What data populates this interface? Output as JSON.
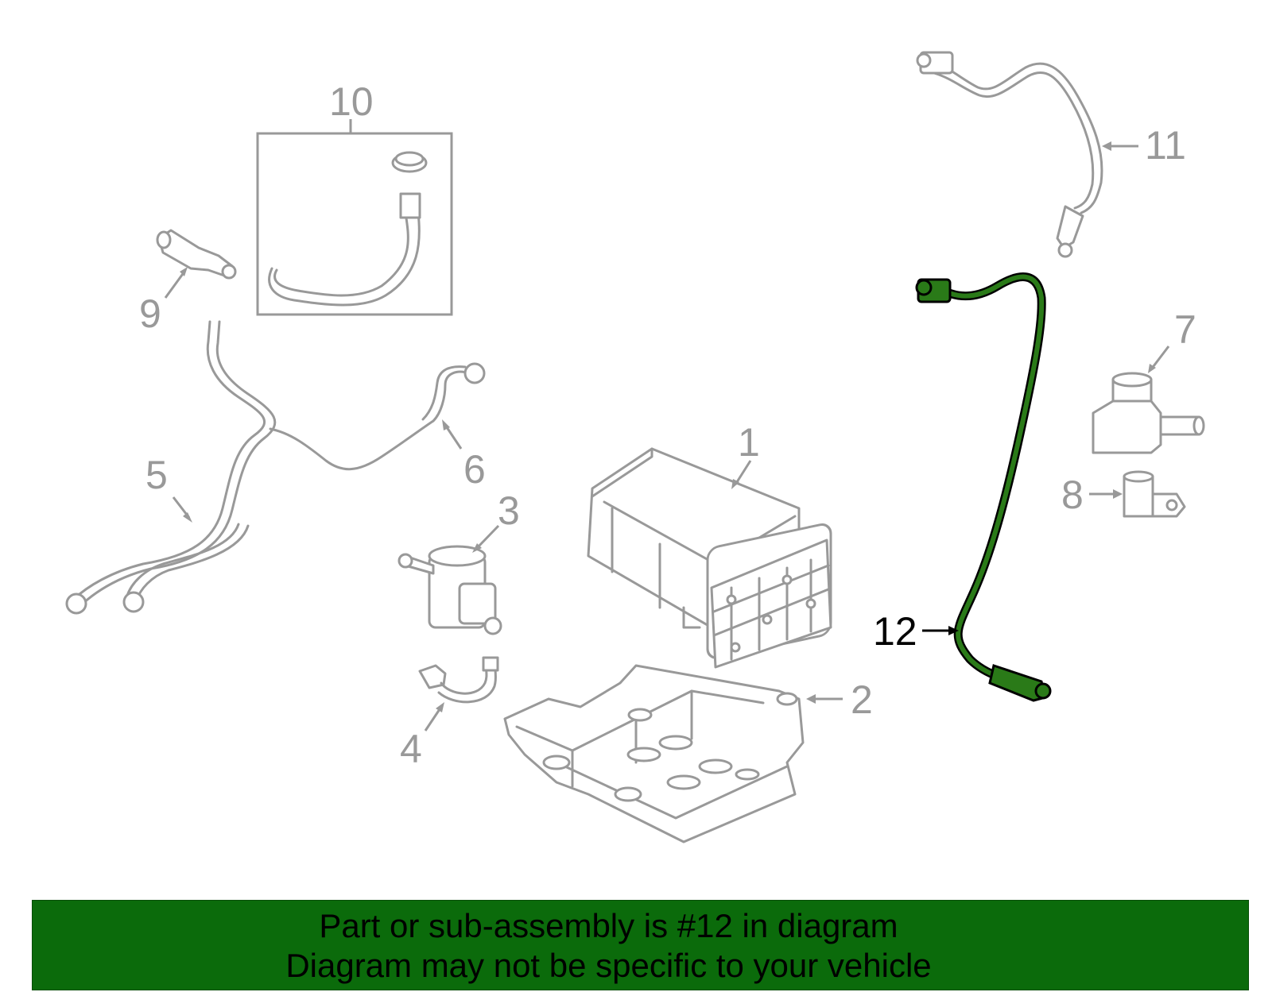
{
  "diagram": {
    "callouts": [
      {
        "id": "1",
        "label": "1"
      },
      {
        "id": "2",
        "label": "2"
      },
      {
        "id": "3",
        "label": "3"
      },
      {
        "id": "4",
        "label": "4"
      },
      {
        "id": "5",
        "label": "5"
      },
      {
        "id": "6",
        "label": "6"
      },
      {
        "id": "7",
        "label": "7"
      },
      {
        "id": "8",
        "label": "8"
      },
      {
        "id": "9",
        "label": "9"
      },
      {
        "id": "10",
        "label": "10"
      },
      {
        "id": "11",
        "label": "11"
      },
      {
        "id": "12",
        "label": "12"
      }
    ],
    "highlighted_part": "12",
    "colors": {
      "part_outline": "#999999",
      "highlight": "#2a7a18",
      "banner": "#0b6b0b"
    }
  },
  "banner": {
    "line1": "Part or sub-assembly is #12 in diagram",
    "line2": "Diagram may not be specific to your vehicle"
  }
}
